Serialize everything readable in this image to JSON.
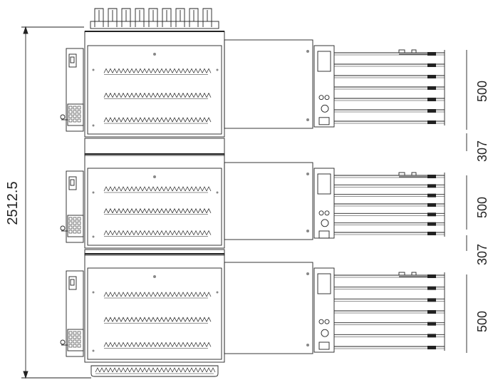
{
  "dimensions": {
    "overall_height": "2512.5",
    "right_segments": [
      "500",
      "307",
      "500",
      "307",
      "500"
    ]
  },
  "colors": {
    "line": "#222222",
    "mark": "#888888"
  }
}
